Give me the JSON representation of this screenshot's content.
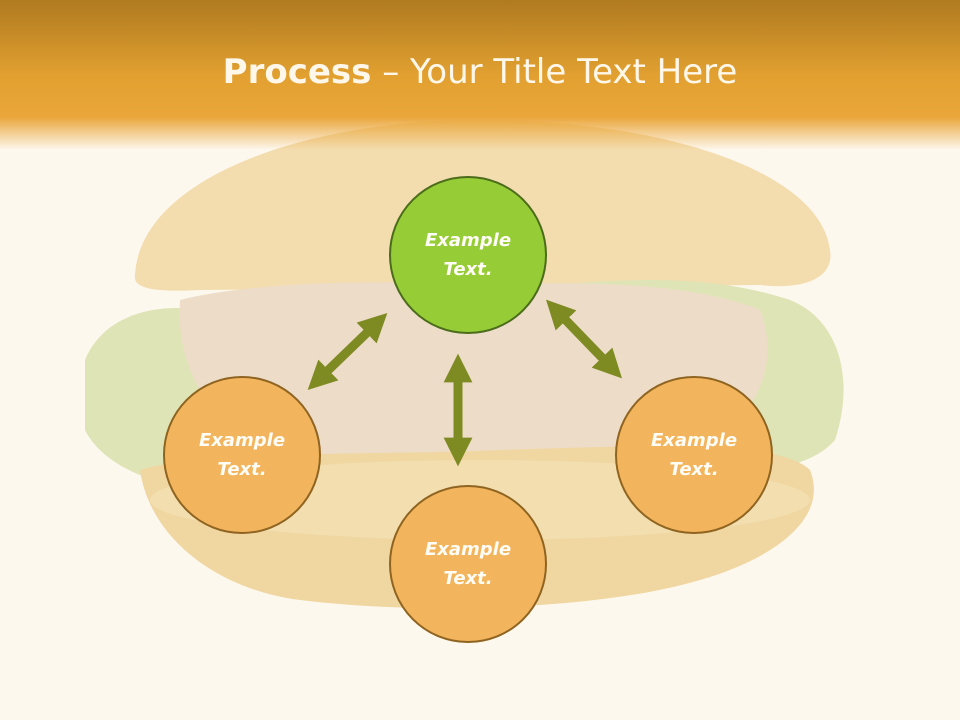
{
  "title": {
    "bold": "Process",
    "separator": " – ",
    "rest": "Your Title Text Here"
  },
  "nodes": {
    "top": {
      "line1": "Example",
      "line2": "Text."
    },
    "left": {
      "line1": "Example",
      "line2": "Text."
    },
    "right": {
      "line1": "Example",
      "line2": "Text."
    },
    "bottom": {
      "line1": "Example",
      "line2": "Text."
    }
  },
  "colors": {
    "node_orange": "#f2b55e",
    "node_green": "#96cc36",
    "arrow": "#7e8a22",
    "title_bar": "#e1a030"
  }
}
